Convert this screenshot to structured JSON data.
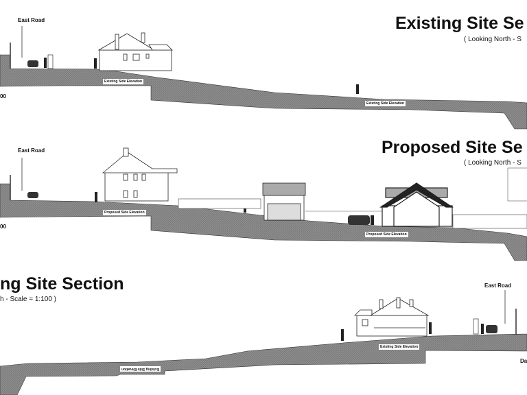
{
  "colors": {
    "ground": "#8a8a8a",
    "line": "#222222",
    "roof": "#9a9a9a"
  },
  "section1": {
    "title": "Existing Site Se",
    "subtitle": "( Looking North - S",
    "road_label": "East Road",
    "scale_fragment": "00",
    "elevation_labels": [
      "Existing Side Elevation",
      "Existing Side Elevation"
    ]
  },
  "section2": {
    "title": "Proposed Site Se",
    "subtitle": "( Looking North - S",
    "road_label": "East Road",
    "scale_fragment": "00",
    "elevation_labels": [
      "Proposed Side Elevation",
      "Proposed Side Elevation"
    ]
  },
  "section3": {
    "title": "ng Site Section",
    "subtitle": "h - Scale = 1:100 )",
    "road_label": "East Road",
    "edge_fragment": "Da",
    "elevation_labels": [
      "Existing Side Elevation",
      "Existing Side Elevation"
    ]
  }
}
